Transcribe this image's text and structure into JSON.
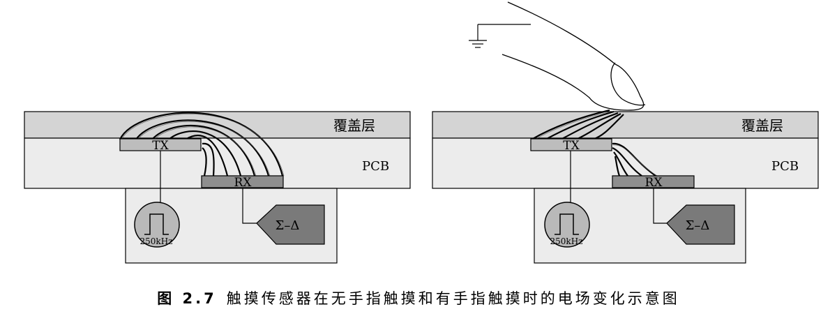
{
  "panels": [
    {
      "overlay_label": "覆盖层",
      "pcb_label": "PCB",
      "tx_label": "TX",
      "rx_label": "RX",
      "oscillator_label": "250kHz",
      "adc_label": "Σ–Δ",
      "finger": false
    },
    {
      "overlay_label": "覆盖层",
      "pcb_label": "PCB",
      "tx_label": "TX",
      "rx_label": "RX",
      "oscillator_label": "250kHz",
      "adc_label": "Σ–Δ",
      "finger": true
    }
  ],
  "caption": {
    "figure_number": "图 2.7",
    "text": "触摸传感器在无手指触摸和有手指触摸时的电场变化示意图"
  },
  "colors": {
    "overlay": "#d4d4d4",
    "pcb": "#ececec",
    "electrode": "#bdbdbd",
    "rx_electrode": "#8e8e8e",
    "adc": "#7a7a7a",
    "oscillator": "#b9b9b9",
    "field_lines": "#000000"
  }
}
